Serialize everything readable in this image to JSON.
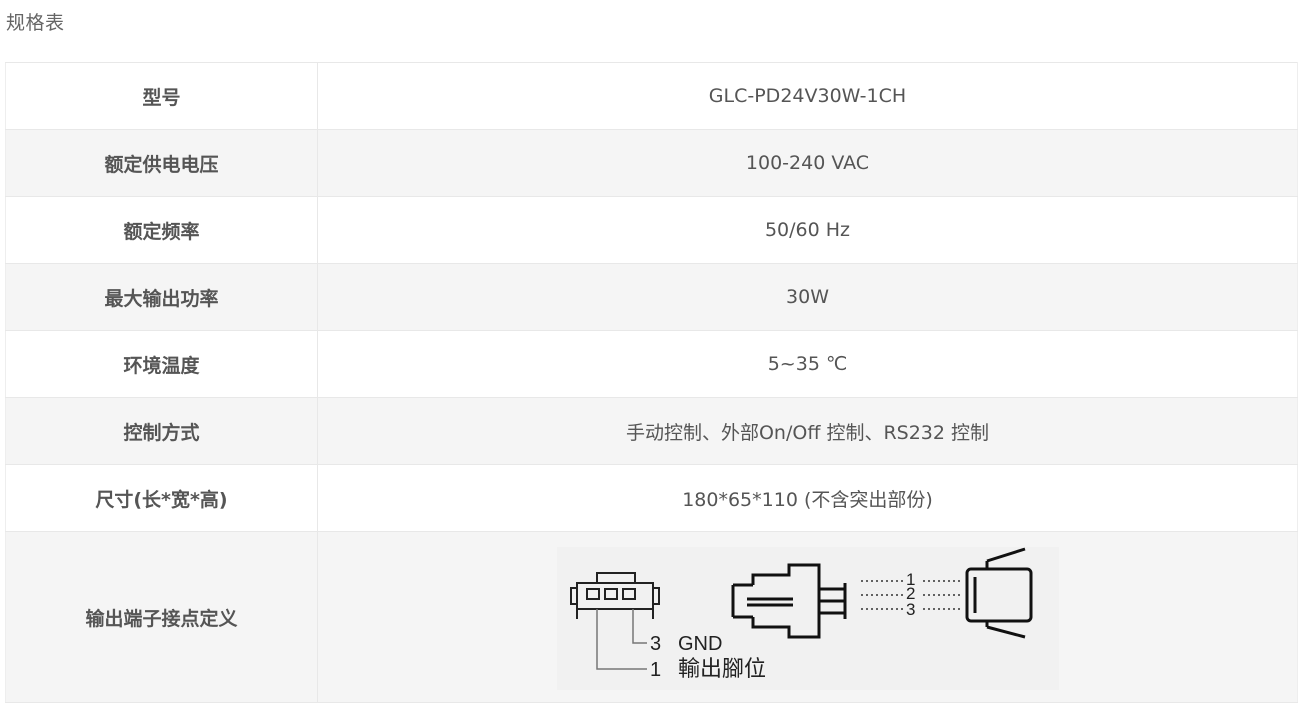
{
  "page": {
    "heading": "规格表"
  },
  "spec_table": {
    "rows": [
      {
        "label": "型号",
        "value": "GLC-PD24V30W-1CH"
      },
      {
        "label": "额定供电电压",
        "value": "100-240 VAC"
      },
      {
        "label": "额定频率",
        "value": "50/60 Hz"
      },
      {
        "label": "最大输出功率",
        "value": "30W"
      },
      {
        "label": "环境温度",
        "value": "5~35 ℃"
      },
      {
        "label": "控制方式",
        "value": "手动控制、外部On/Off 控制、RS232 控制"
      },
      {
        "label": "尺寸(长*宽*高)",
        "value": "180*65*110 (不含突出部份)"
      }
    ],
    "diagram_row": {
      "label": "输出端子接点定义",
      "diagram": {
        "pin_numbers": [
          "1",
          "2",
          "3"
        ],
        "pin3_label": "3",
        "pin3_name": "GND",
        "pin1_label": "1",
        "pin1_name": "輸出腳位"
      }
    }
  }
}
